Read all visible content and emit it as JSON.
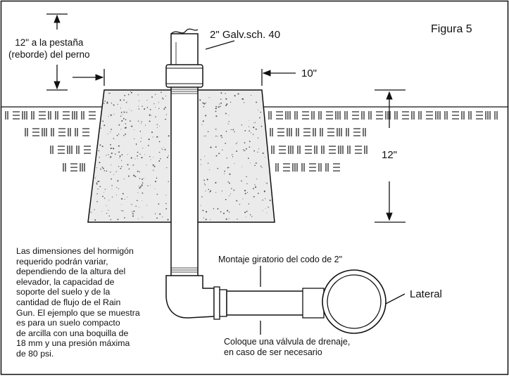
{
  "figure_label": "Figura 5",
  "pipe_label": "2\" Galv.sch. 40",
  "flange_note": [
    "12\" a la pestaña",
    "(reborde) del perno"
  ],
  "top_width_label": "10\"",
  "depth_label": "12\"",
  "elbow_label": "Montaje giratorio del codo de 2\"",
  "lateral_label": "Lateral",
  "drain_note": [
    "Coloque una válvula de drenaje,",
    "en caso de ser necesario"
  ],
  "concrete_note": [
    "Las dimensiones del hormigón",
    "requerido podrán variar,",
    "dependiendo de la altura del",
    "elevador, la capacidad de",
    "soporte del suelo y de la",
    "cantidad de flujo de el Rain",
    "Gun. El ejemplo que se muestra",
    "es para un suelo compacto",
    "de arcilla con una boquilla de",
    "18 mm y una presión máxima",
    "de 80 psi."
  ],
  "colors": {
    "line": "#111111",
    "background": "#ffffff",
    "concrete": "#ebebeb"
  }
}
